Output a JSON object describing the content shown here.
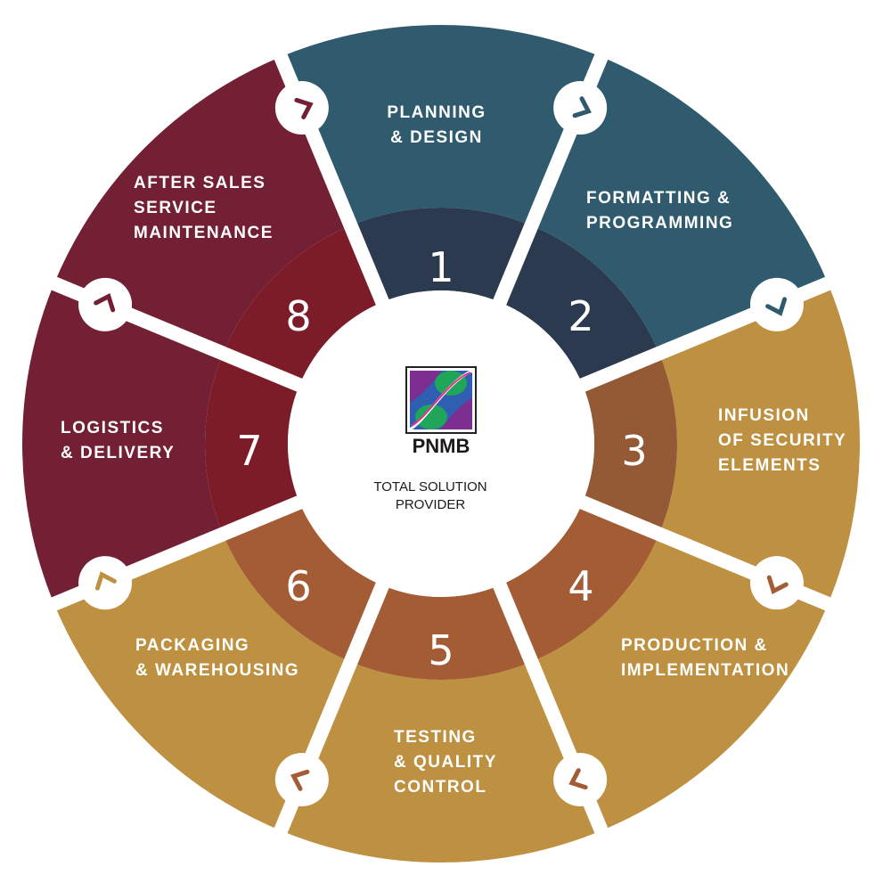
{
  "center": {
    "brand": "PNMB",
    "tagline": [
      "TOTAL SOLUTION",
      "PROVIDER"
    ]
  },
  "colors": {
    "teal": "#305a6e",
    "navy": "#2b3a4f",
    "gold": "#bd9141",
    "rust": "#a45c35",
    "maroon": "#731f34",
    "maroon_inner": "#7d1c29"
  },
  "steps": [
    {
      "number": "1",
      "label": [
        "PLANNING",
        "& DESIGN"
      ],
      "color": "#305a6e",
      "inner_color": "#2b3a4f",
      "arrow_color": "#731f34"
    },
    {
      "number": "2",
      "label": [
        "FORMATTING &",
        "PROGRAMMING"
      ],
      "color": "#305a6e",
      "inner_color": "#2b3a4f",
      "arrow_color": "#305a6e"
    },
    {
      "number": "3",
      "label": [
        "INFUSION",
        "OF SECURITY",
        "ELEMENTS"
      ],
      "color": "#bd9141",
      "inner_color": "#935a35",
      "arrow_color": "#305a6e"
    },
    {
      "number": "4",
      "label": [
        "PRODUCTION &",
        "IMPLEMENTATION"
      ],
      "color": "#bd9141",
      "inner_color": "#a45c35",
      "arrow_color": "#a45c35"
    },
    {
      "number": "5",
      "label": [
        "TESTING",
        "& QUALITY",
        "CONTROL"
      ],
      "color": "#bd9141",
      "inner_color": "#a45c35",
      "arrow_color": "#a45c35"
    },
    {
      "number": "6",
      "label": [
        "PACKAGING",
        "& WAREHOUSING"
      ],
      "color": "#bd9141",
      "inner_color": "#a45c35",
      "arrow_color": "#a45c35"
    },
    {
      "number": "7",
      "label": [
        "LOGISTICS",
        "& DELIVERY"
      ],
      "color": "#731f34",
      "inner_color": "#7d1c29",
      "arrow_color": "#bd9141"
    },
    {
      "number": "8",
      "label": [
        "AFTER SALES",
        "SERVICE",
        "MAINTENANCE"
      ],
      "color": "#731f34",
      "inner_color": "#7d1c29",
      "arrow_color": "#731f34"
    }
  ]
}
